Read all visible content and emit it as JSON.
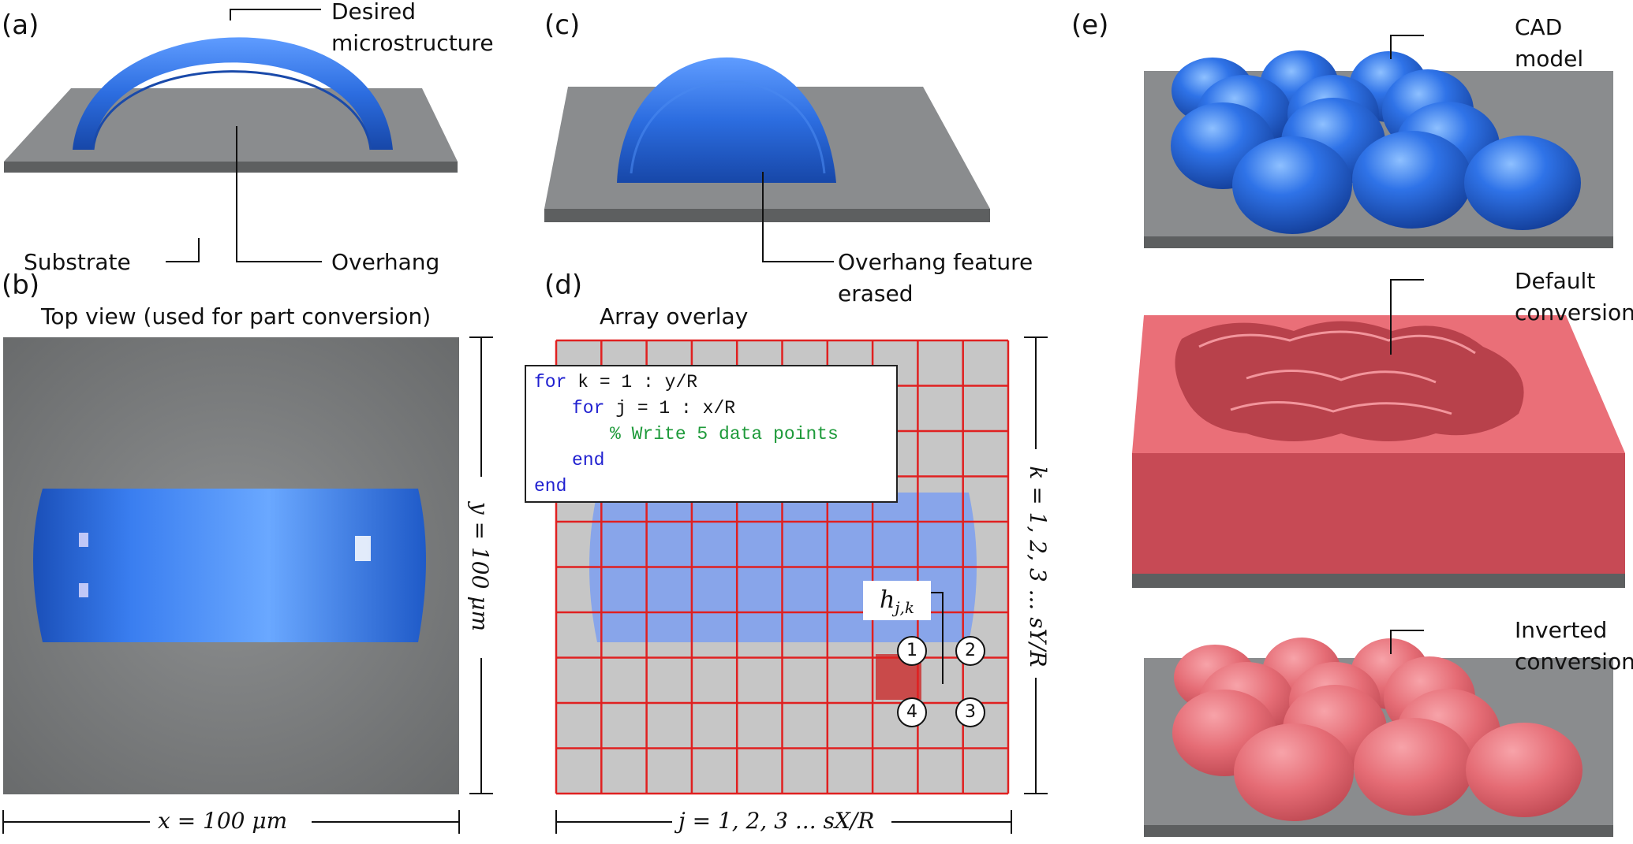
{
  "panels": {
    "a": "(a)",
    "b": "(b)",
    "c": "(c)",
    "d": "(d)",
    "e": "(e)"
  },
  "labels": {
    "desired_1": "Desired",
    "desired_2": "microstructure",
    "substrate": "Substrate",
    "overhang": "Overhang",
    "top_view": "Top view (used for part conversion)",
    "x_dim": "x = 100 μm",
    "y_dim": "y = 100 μm",
    "overhang_erased_1": "Overhang feature",
    "overhang_erased_2": "erased",
    "array_overlay": "Array overlay",
    "j_axis": "j = 1, 2, 3 ... sX/R",
    "k_axis": "k = 1, 2, 3 ... sY/R",
    "h_jk": "h",
    "h_sub": "j,k",
    "cad_1": "CAD",
    "cad_2": "model",
    "default_1": "Default",
    "default_2": "conversion",
    "inverted_1": "Inverted",
    "inverted_2": "conversion"
  },
  "code": {
    "line1_kw": "for",
    "line1_rest": " k = 1 : y/R",
    "line2_kw": "for",
    "line2_rest": " j = 1 : x/R",
    "line3": "% Write 5 data points",
    "line4": "end",
    "line5": "end"
  },
  "nodes": [
    "1",
    "2",
    "3",
    "4"
  ],
  "colors": {
    "blue": "#2f6fe0",
    "red_model": "#e86a72",
    "substrate": "#7a7c7e",
    "grid": "#e02020"
  }
}
